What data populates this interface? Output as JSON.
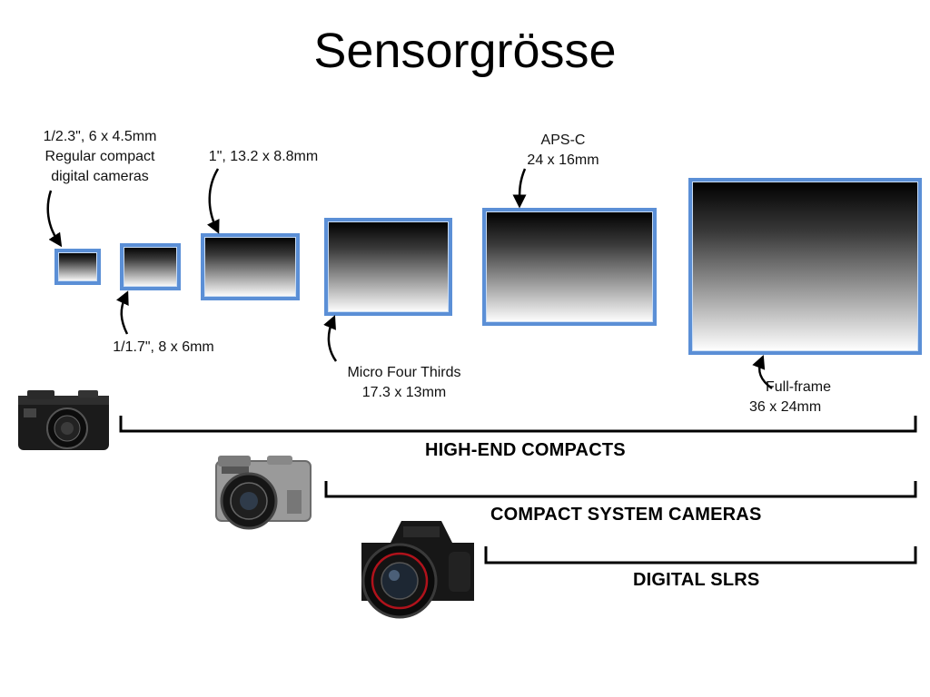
{
  "title": "Sensorgrösse",
  "sensors": [
    {
      "line1": "1/2.3\", 6 x 4.5mm",
      "line2": "Regular compact",
      "line3": "digital cameras"
    },
    {
      "line1": "1/1.7\", 8 x 6mm"
    },
    {
      "line1": "1\", 13.2 x 8.8mm"
    },
    {
      "line1": "Micro Four Thirds",
      "line2": "17.3 x 13mm"
    },
    {
      "line1": "APS-C",
      "line2": "24 x 16mm"
    },
    {
      "line1": "Full-frame",
      "line2": "36 x 24mm"
    }
  ],
  "categories": [
    {
      "label": "HIGH-END COMPACTS"
    },
    {
      "label": "COMPACT SYSTEM CAMERAS"
    },
    {
      "label": "DIGITAL SLRS"
    }
  ],
  "colors": {
    "sensor_border": "#5b8fd6",
    "bracket": "#000000"
  }
}
